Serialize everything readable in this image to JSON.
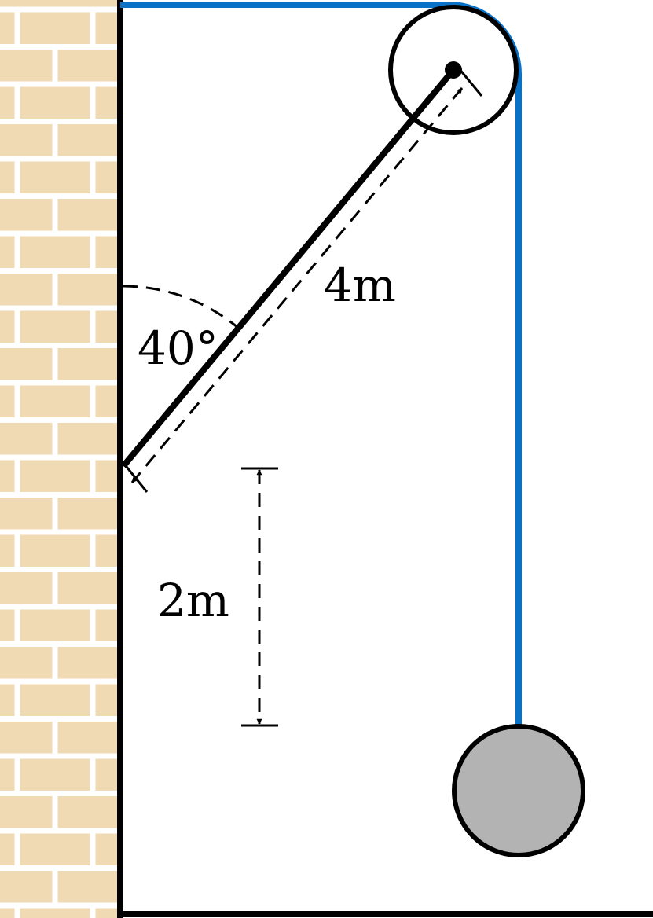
{
  "labels": {
    "angle": "40°",
    "boom_length": "4m",
    "height": "2m"
  },
  "colors": {
    "brick": "#f0dab3",
    "mortar": "#ffffff",
    "rope": "#0a72c6",
    "line": "#000000",
    "weight": "#b3b3b3",
    "background": "#ffffff"
  }
}
